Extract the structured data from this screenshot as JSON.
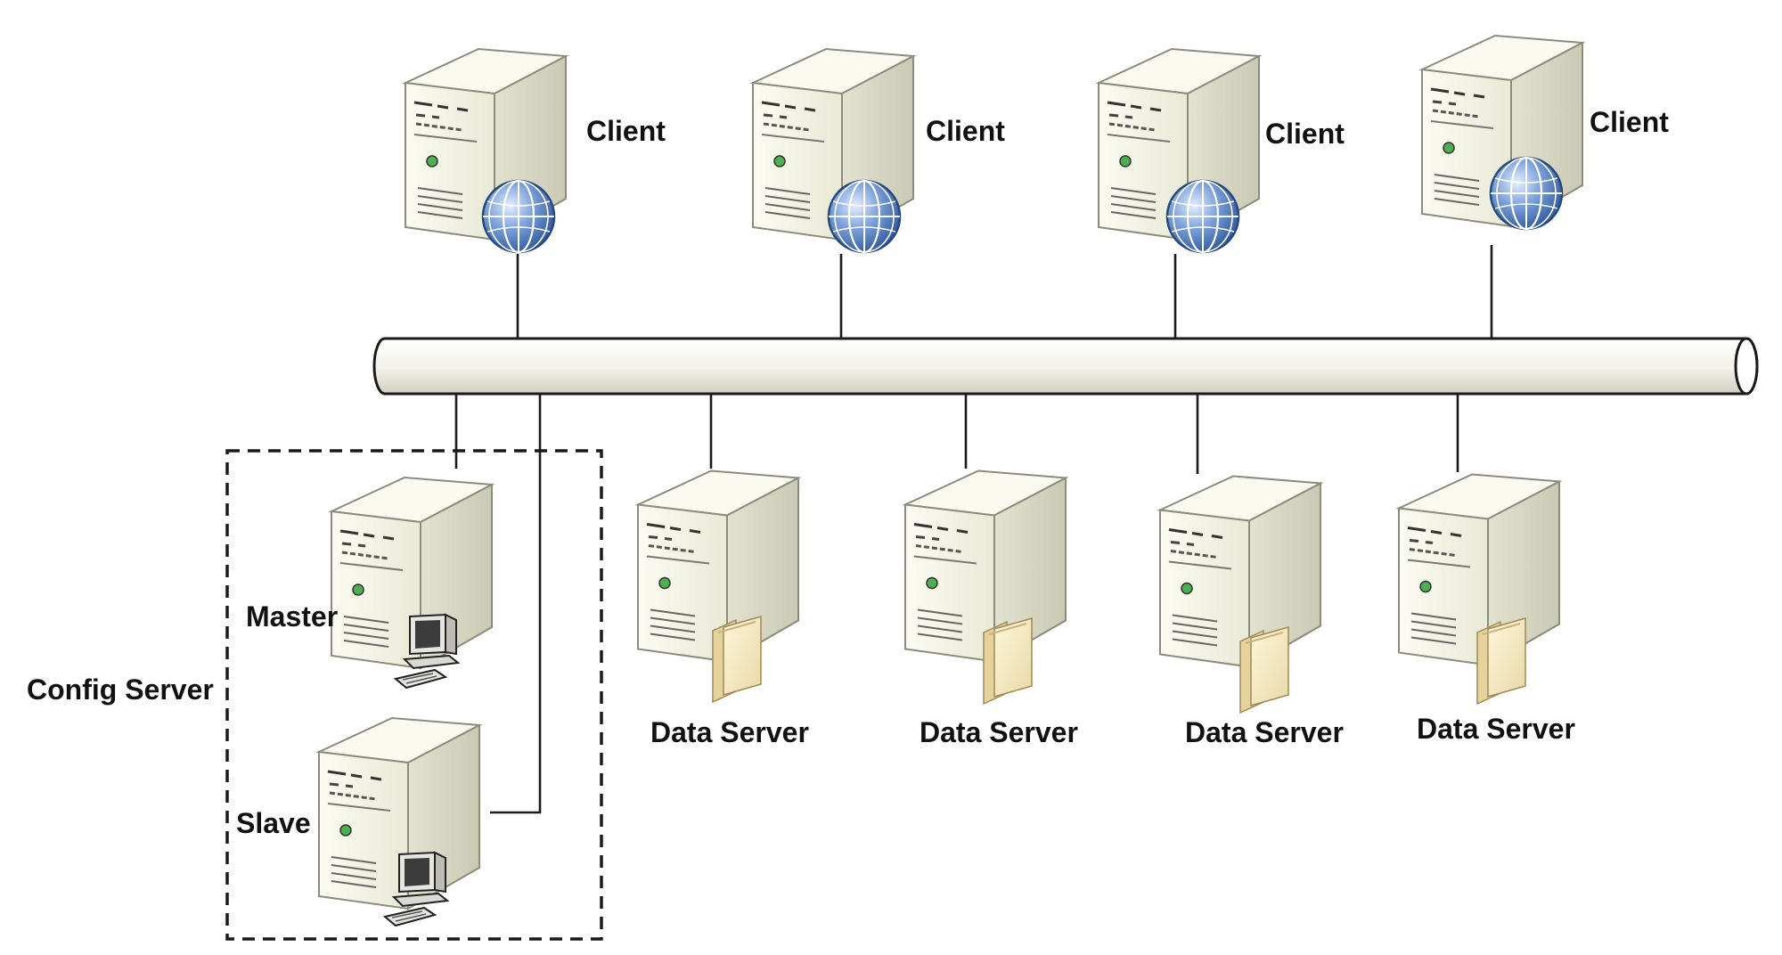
{
  "clients": [
    {
      "label": "Client",
      "icon": "globe-icon"
    },
    {
      "label": "Client",
      "icon": "globe-icon"
    },
    {
      "label": "Client",
      "icon": "globe-icon"
    },
    {
      "label": "Client",
      "icon": "globe-icon"
    }
  ],
  "data_servers": [
    {
      "label": "Data Server",
      "icon": "folder-icon"
    },
    {
      "label": "Data Server",
      "icon": "folder-icon"
    },
    {
      "label": "Data Server",
      "icon": "folder-icon"
    },
    {
      "label": "Data Server",
      "icon": "folder-icon"
    }
  ],
  "config_server": {
    "label": "Config Server",
    "master": {
      "label": "Master",
      "icon": "workstation-icon"
    },
    "slave": {
      "label": "Slave",
      "icon": "workstation-icon"
    }
  },
  "bus": {
    "icon": "network-bus-pipe"
  },
  "colors": {
    "server_front": "#f3f3e3",
    "server_side": "#d9d9c6",
    "server_top": "#fafaf0",
    "server_outline": "#8c8c7c",
    "globe": "#3d6fb8",
    "pipe_fill": "#eeeee4",
    "line": "#1a1a1a"
  }
}
